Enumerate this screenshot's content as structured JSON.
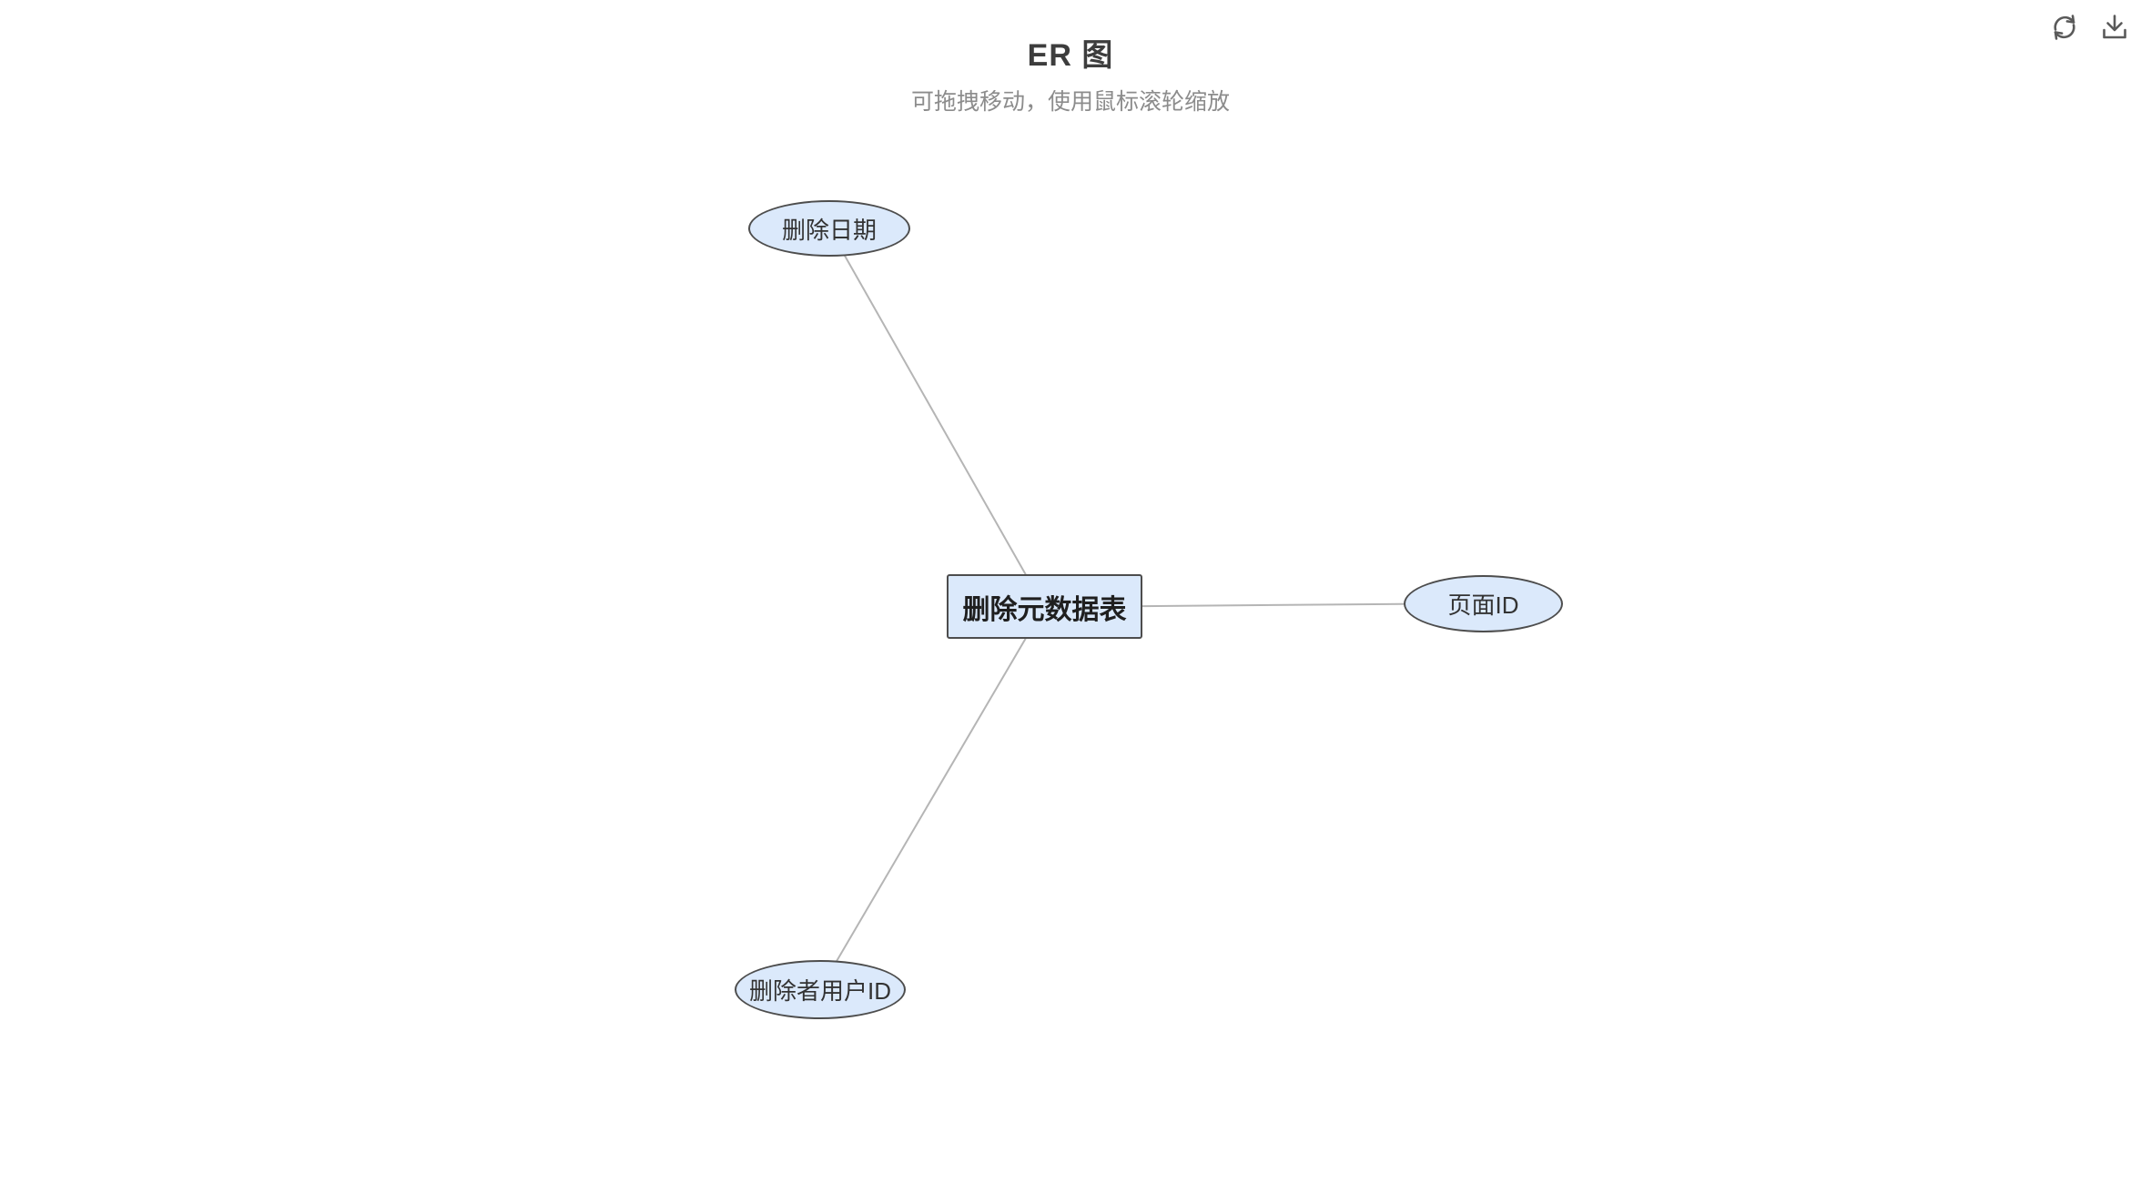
{
  "header": {
    "title": "ER 图",
    "subtitle": "可拖拽移动，使用鼠标滚轮缩放"
  },
  "toolbar": {
    "icons": [
      {
        "name": "refresh-icon"
      },
      {
        "name": "download-icon"
      }
    ]
  },
  "diagram": {
    "entity": {
      "label": "删除元数据表",
      "shape": "rectangle"
    },
    "attributes": [
      {
        "label": "删除日期",
        "shape": "ellipse"
      },
      {
        "label": "页面ID",
        "shape": "ellipse"
      },
      {
        "label": "删除者用户ID",
        "shape": "ellipse"
      }
    ],
    "edges": [
      {
        "from": "删除元数据表",
        "to": "删除日期"
      },
      {
        "from": "删除元数据表",
        "to": "页面ID"
      },
      {
        "from": "删除元数据表",
        "to": "删除者用户ID"
      }
    ]
  },
  "colors": {
    "background": "#ffffff",
    "node_fill": "#dbe9fb",
    "node_border": "#4d4d4d",
    "edge_line": "#b5b5b5",
    "title_text": "#3d3d3d",
    "subtitle_text": "#8c8c8c",
    "icon": "#5a5a5a",
    "entity_text": "#1f1f1f",
    "attribute_text": "#333333"
  }
}
